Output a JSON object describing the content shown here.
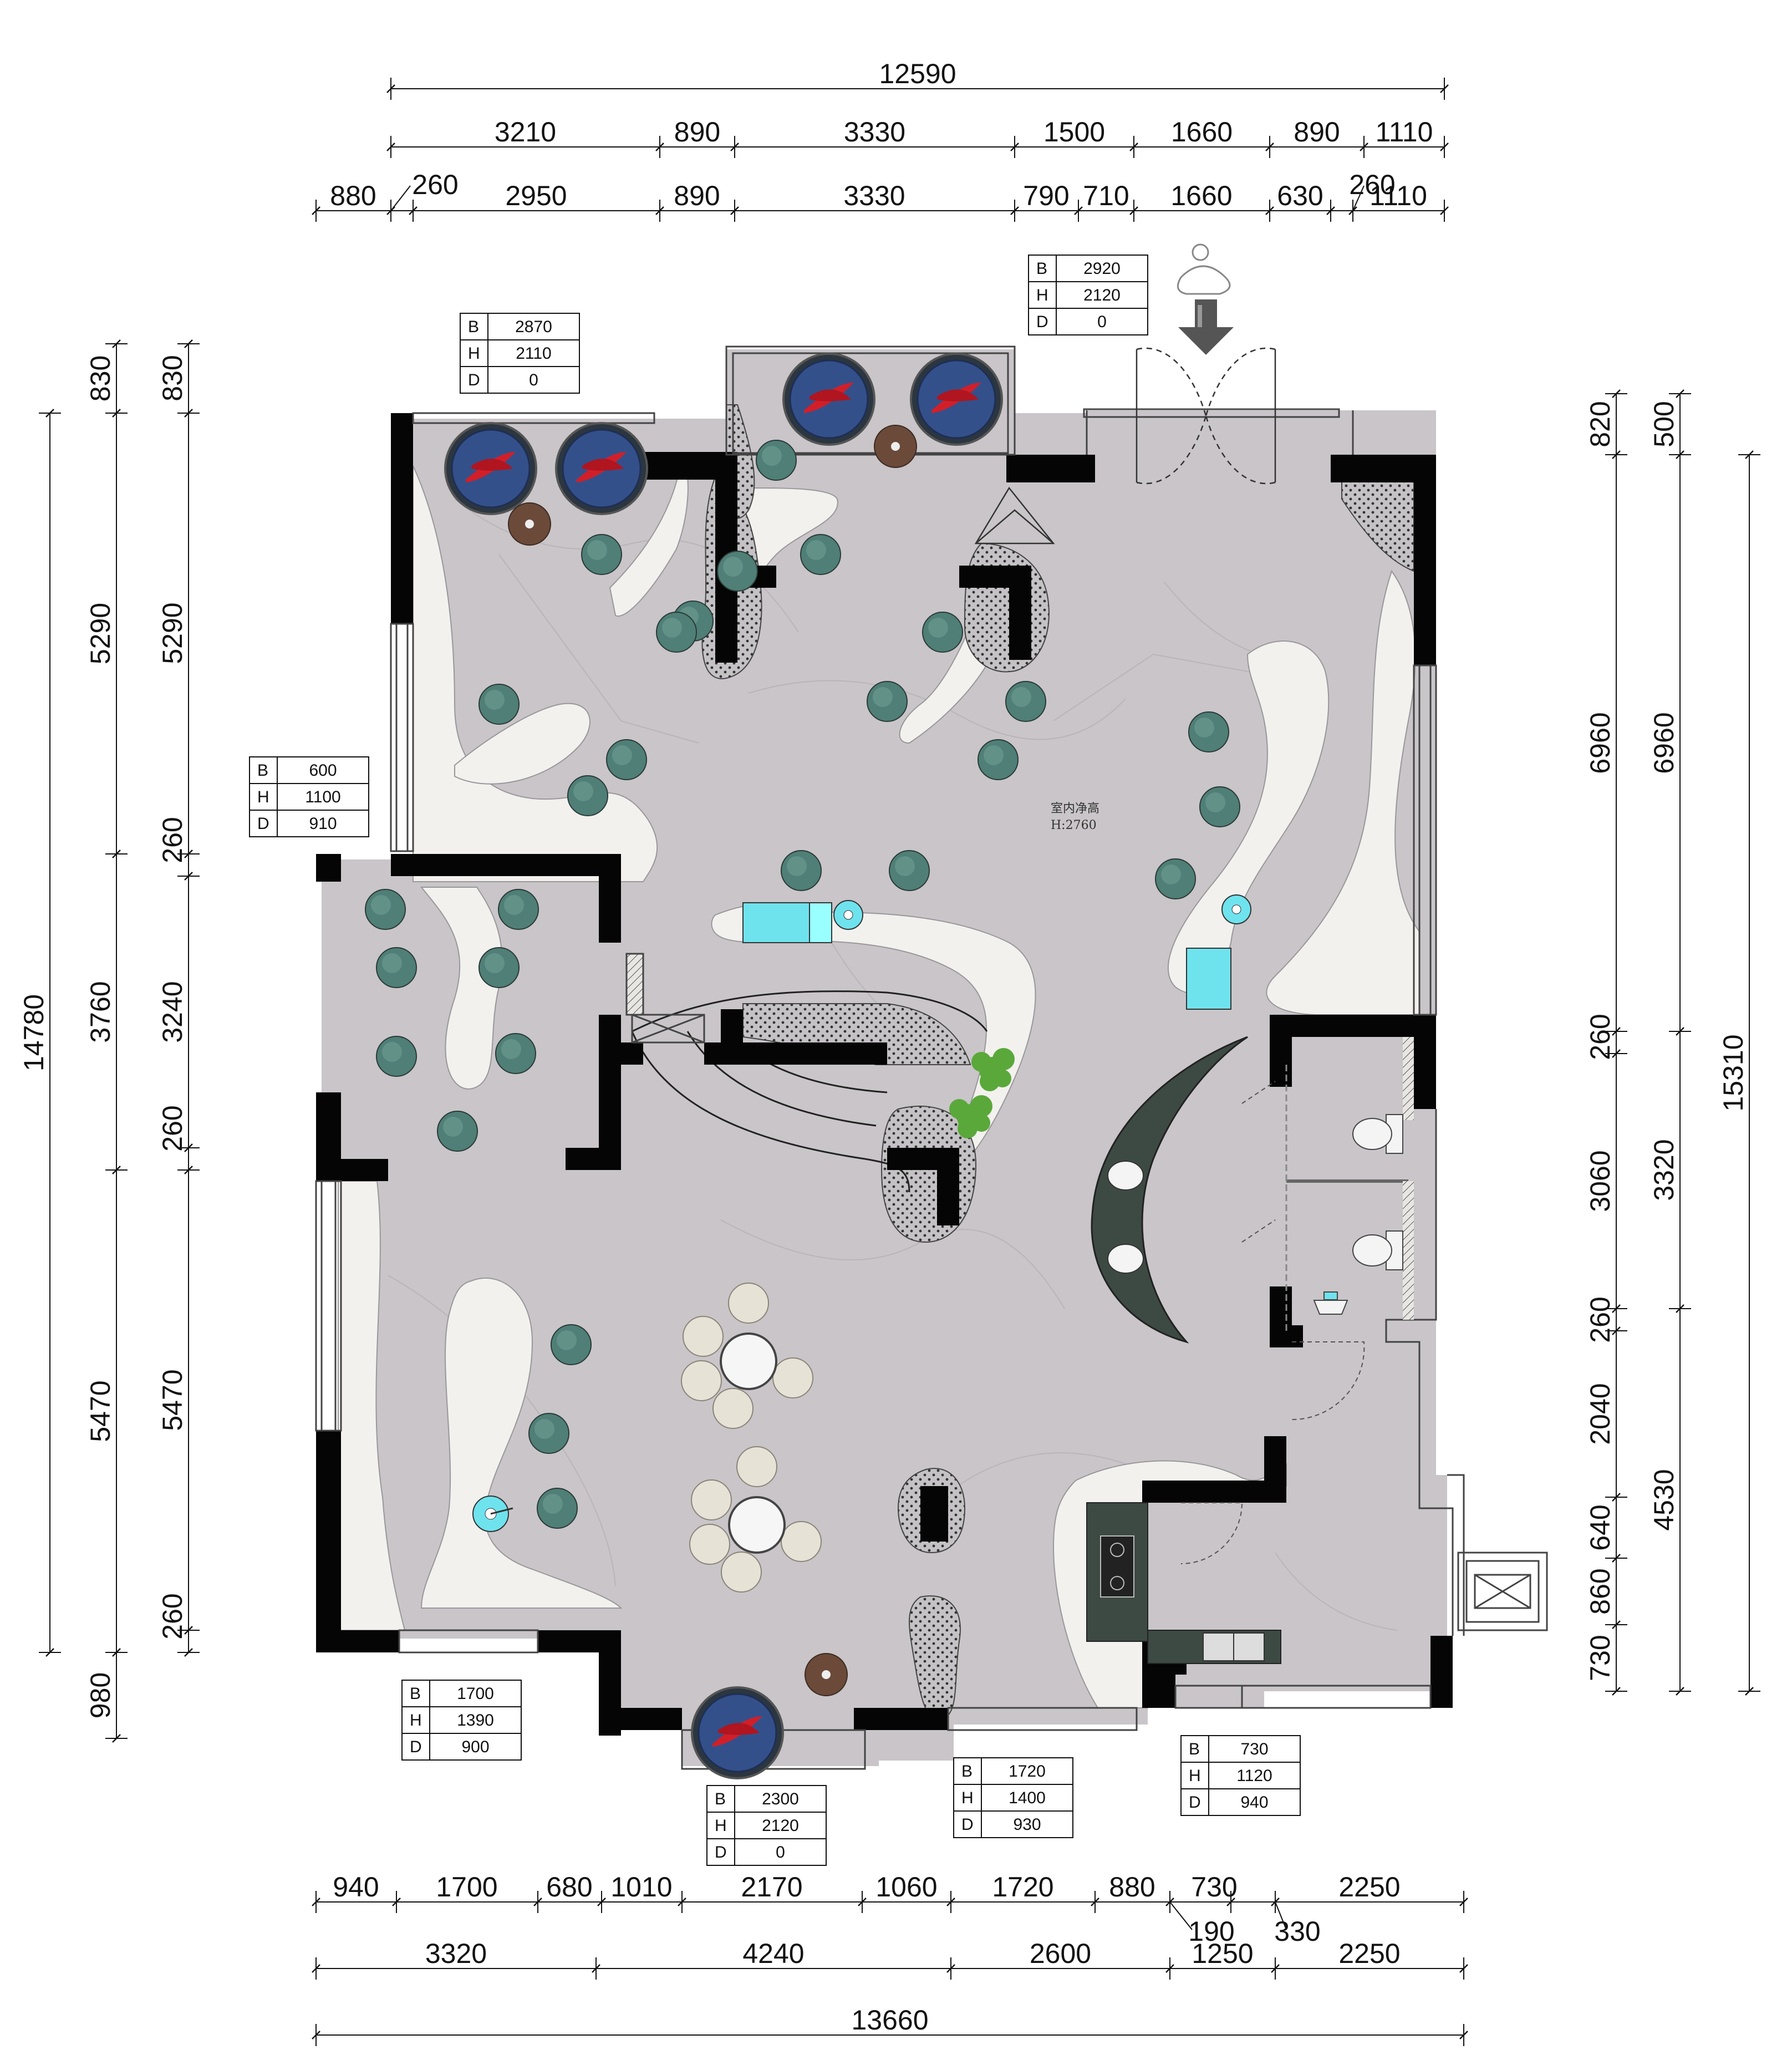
{
  "dimensions": {
    "top_total": "12590",
    "top_row1": [
      "3210",
      "890",
      "3330",
      "1500",
      "1660",
      "890",
      "1110"
    ],
    "top_row2": [
      "880",
      "2950",
      "890",
      "3330",
      "790",
      "710",
      "1660",
      "630",
      "1110"
    ],
    "top_small_left": "260",
    "top_small_right": "260",
    "bottom_row1": [
      "940",
      "1700",
      "680",
      "1010",
      "2170",
      "1060",
      "1720",
      "880",
      "730",
      "2250"
    ],
    "bottom_row2": [
      "3320",
      "4240",
      "2600",
      "1250",
      "2250"
    ],
    "bottom_small": [
      "190",
      "330"
    ],
    "bottom_total": "13660",
    "left_outer": [
      "830",
      "5290",
      "3760",
      "5470",
      "980"
    ],
    "left_total": "14780",
    "left_inner": [
      "830",
      "5290",
      "260",
      "3240",
      "260",
      "5470",
      "260"
    ],
    "right_inner": [
      "820",
      "6960",
      "260",
      "3060",
      "260",
      "2040",
      "640",
      "860",
      "730"
    ],
    "right_outer": [
      "500",
      "6960",
      "3320",
      "4530"
    ],
    "right_total": "15310"
  },
  "openings": [
    {
      "B": "2870",
      "H": "2110",
      "D": "0"
    },
    {
      "B": "2920",
      "H": "2120",
      "D": "0"
    },
    {
      "B": "600",
      "H": "1100",
      "D": "910"
    },
    {
      "B": "1700",
      "H": "1390",
      "D": "900"
    },
    {
      "B": "2300",
      "H": "2120",
      "D": "0"
    },
    {
      "B": "1720",
      "H": "1400",
      "D": "930"
    },
    {
      "B": "730",
      "H": "1120",
      "D": "940"
    }
  ],
  "table_row_labels": [
    "B",
    "H",
    "D"
  ],
  "ceiling_note": {
    "line1": "室内净高",
    "line2": "H:2760"
  },
  "colors": {
    "floor": "#c9c5c8",
    "wall": "#050505",
    "path": "#f2f1ee",
    "planter": "#bdbbbd",
    "stool": "#4f7f77",
    "basin": "#6ee3ee",
    "fish_pond": "#34508a",
    "fish": "#d11f2a",
    "table_disc": "#6b4a3a"
  }
}
